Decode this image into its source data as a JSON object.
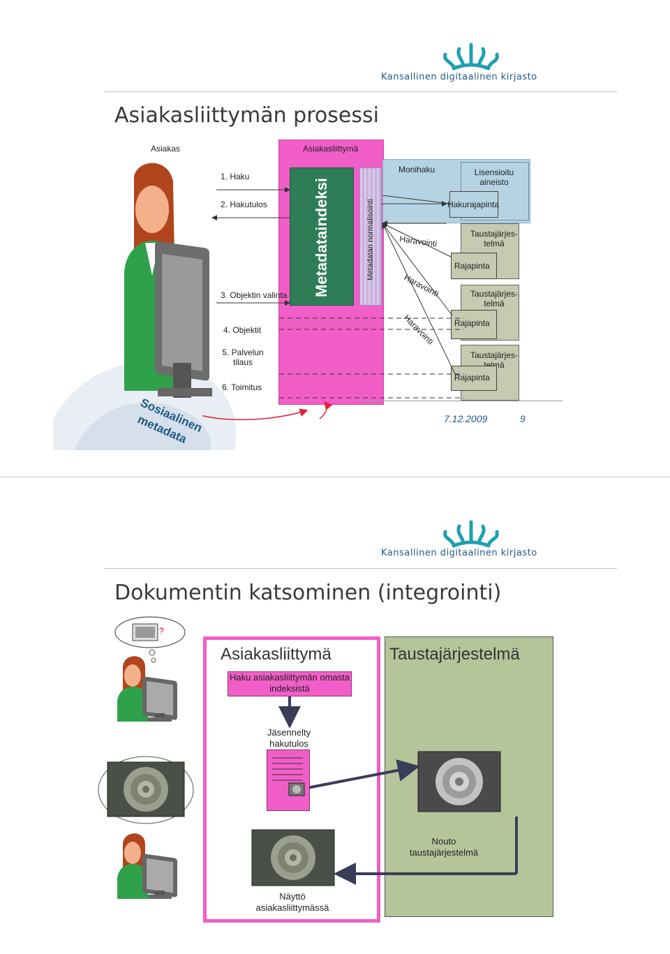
{
  "slide1": {
    "logo_text": "Kansallinen digitaalinen kirjasto",
    "title": "Asiakasliittymän prosessi",
    "col_asiakas": "Asiakas",
    "col_asiakasliittyma": "Asiakasliittymä",
    "metadataindeksi": "Metadataindeksi",
    "normalisointi": "Metadatan normalisointi",
    "steps": [
      "1. Haku",
      "2. Hakutulos",
      "3. Objektin valinta",
      "4. Objektit",
      "5. Palvelun tilaus",
      "6. Toimitus"
    ],
    "monihaku": "Monihaku",
    "lisensioitu": "Lisensioitu aineisto",
    "hakurajapinta": "Hakurajapinta",
    "taustajarjestelma": "Taustajärjes-telmä",
    "rajapinta": "Rajapinta",
    "haravointi": "Haravointi",
    "sosiaalinen": "Sosiaalinen metadata",
    "date": "7.12.2009",
    "page": "9"
  },
  "slide2": {
    "logo_text": "Kansallinen digitaalinen kirjasto",
    "title": "Dokumentin katsominen (integrointi)",
    "asiakasliittyma": "Asiakasliittymä",
    "taustajarjestelma": "Taustajärjestelmä",
    "haku_box": "Haku asiakasliittymän omasta indeksistä",
    "jasennelty": "Jäsennelty hakutulos",
    "nouto": "Nouto taustajärjestelmä",
    "naytto": "Näyttö asiakasliittymässä",
    "question": "?"
  },
  "colors": {
    "brand": "#1f9fb3",
    "pink": "#f25ec8",
    "khaki": "#b6c49a",
    "green": "#2e7d57"
  }
}
